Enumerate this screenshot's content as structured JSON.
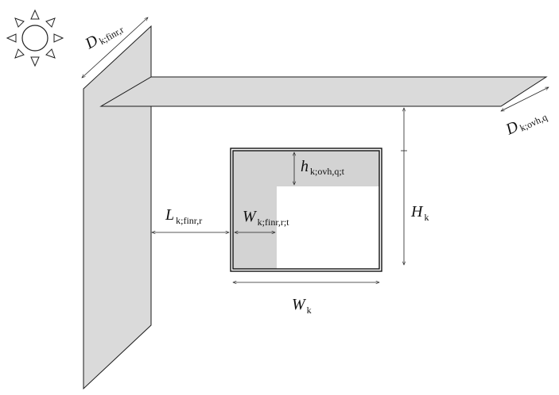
{
  "labels": {
    "fin_depth": {
      "main": "D",
      "sub": "k;finr,r"
    },
    "overhang_depth": {
      "main": "D",
      "sub": "k;ovh,q"
    },
    "overhang_shade_height": {
      "main": "h",
      "sub": "k;ovh,q;t"
    },
    "fin_distance": {
      "main": "L",
      "sub": "k;finr,r"
    },
    "fin_shade_width": {
      "main": "W",
      "sub": "k;finr,r;t"
    },
    "window_height": {
      "main": "H",
      "sub": "k"
    },
    "window_width": {
      "main": "W",
      "sub": "k"
    }
  },
  "icons": {
    "sun": "sun-icon"
  },
  "colors": {
    "shade": "#d3d3d3",
    "plane": "#dadada",
    "stroke": "#1a1a1a",
    "background": "#ffffff"
  }
}
